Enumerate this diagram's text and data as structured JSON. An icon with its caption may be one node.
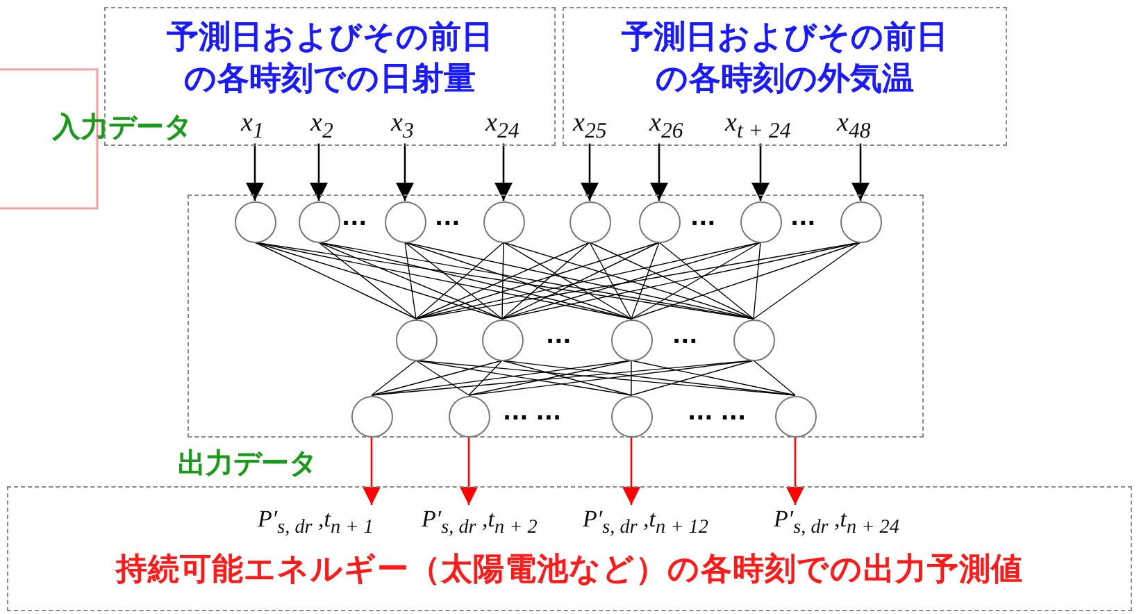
{
  "diagram": {
    "nodes": [
      {
        "text": [
          "予測日およびその前日の各時刻での日射量"
        ]
      },
      {
        "text": [
          "予測日およびその前日の各時刻の外気温"
        ]
      },
      {
        "text": [
          "x$_{1}$"
        ],
        "in": 0
      },
      {
        "text": [
          "x$_{2}$"
        ],
        "in": 0
      },
      {
        "text": [
          "x$_{3}$"
        ],
        "in": 0
      },
      {
        "text": [
          "x$_{24}$"
        ],
        "in": 0
      },
      {
        "text": [
          "x$_{25}$"
        ],
        "in": 1
      },
      {
        "text": [
          "x$_{26}$"
        ],
        "in": 1
      },
      {
        "text": [
          "x$_{t + 24}$"
        ],
        "in": 1
      },
      {
        "text": [
          "x$_{48}$"
        ],
        "in": 1
      },
      {
        "text": [],
        "shape": "box"
      },
      {
        "text": [],
        "shape": "circle",
        "in": 10
      },
      {
        "text": [],
        "shape": "circle",
        "in": 10
      },
      {
        "text": [],
        "shape": "circle",
        "in": 10
      },
      {
        "text": [],
        "shape": "circle",
        "in": 10
      },
      {
        "text": [],
        "shape": "circle",
        "in": 10
      },
      {
        "text": [],
        "shape": "circle",
        "in": 10
      },
      {
        "text": [],
        "shape": "circle",
        "in": 10
      },
      {
        "text": [],
        "shape": "circle",
        "in": 10
      },
      {
        "text": [],
        "shape": "circle",
        "in": 10
      },
      {
        "text": [],
        "shape": "circle",
        "in": 10
      },
      {
        "text": [],
        "shape": "circle",
        "in": 10
      },
      {
        "text": [],
        "shape": "circle",
        "in": 10
      },
      {
        "text": [],
        "shape": "circle",
        "in": 10
      },
      {
        "text": [],
        "shape": "circle",
        "in": 10
      },
      {
        "text": [],
        "shape": "circle",
        "in": 10
      },
      {
        "text": [],
        "shape": "circle",
        "in": 10
      },
      {
        "text": [
          "持続可能エネルギー（太陽電池など）の各時刻での出力予測値"
        ]
      },
      {
        "text": [
          "P′$_{s, dr}$ ,t$_{n + 1}$"
        ],
        "in": 27
      },
      {
        "text": [
          "P′$_{s, dr}$ ,t$_{n + 2}$"
        ],
        "in": 27
      },
      {
        "text": [
          "P′$_{s, dr}$ ,t$_{n + 12}$"
        ],
        "in": 27
      },
      {
        "text": [
          "P′$_{s, dr}$ ,t$_{n + 24}$"
        ],
        "in": 27
      }
    ],
    "edges": [
      {
        "from": 2,
        "to": 11,
        "arrow": "to"
      },
      {
        "from": 3,
        "to": 12,
        "arrow": "to"
      },
      {
        "from": 4,
        "to": 13,
        "arrow": "to"
      },
      {
        "from": 5,
        "to": 14,
        "arrow": "to"
      },
      {
        "from": 6,
        "to": 15,
        "arrow": "to"
      },
      {
        "from": 7,
        "to": 16,
        "arrow": "to"
      },
      {
        "from": 8,
        "to": 17,
        "arrow": "to"
      },
      {
        "from": 9,
        "to": 18,
        "arrow": "to"
      },
      {
        "from": 11,
        "to": 19,
        "arrow": "none"
      },
      {
        "from": 11,
        "to": 20,
        "arrow": "none"
      },
      {
        "from": 11,
        "to": 21,
        "arrow": "none"
      },
      {
        "from": 11,
        "to": 22,
        "arrow": "none"
      },
      {
        "from": 12,
        "to": 19,
        "arrow": "none"
      },
      {
        "from": 12,
        "to": 20,
        "arrow": "none"
      },
      {
        "from": 12,
        "to": 21,
        "arrow": "none"
      },
      {
        "from": 12,
        "to": 22,
        "arrow": "none"
      },
      {
        "from": 13,
        "to": 19,
        "arrow": "none"
      },
      {
        "from": 13,
        "to": 20,
        "arrow": "none"
      },
      {
        "from": 13,
        "to": 21,
        "arrow": "none"
      },
      {
        "from": 13,
        "to": 22,
        "arrow": "none"
      },
      {
        "from": 14,
        "to": 19,
        "arrow": "none"
      },
      {
        "from": 14,
        "to": 20,
        "arrow": "none"
      },
      {
        "from": 14,
        "to": 21,
        "arrow": "none"
      },
      {
        "from": 14,
        "to": 22,
        "arrow": "none"
      },
      {
        "from": 15,
        "to": 19,
        "arrow": "none"
      },
      {
        "from": 15,
        "to": 20,
        "arrow": "none"
      },
      {
        "from": 15,
        "to": 21,
        "arrow": "none"
      },
      {
        "from": 15,
        "to": 22,
        "arrow": "none"
      },
      {
        "from": 16,
        "to": 19,
        "arrow": "none"
      },
      {
        "from": 16,
        "to": 20,
        "arrow": "none"
      },
      {
        "from": 16,
        "to": 21,
        "arrow": "none"
      },
      {
        "from": 16,
        "to": 22,
        "arrow": "none"
      },
      {
        "from": 17,
        "to": 19,
        "arrow": "none"
      },
      {
        "from": 17,
        "to": 20,
        "arrow": "none"
      },
      {
        "from": 17,
        "to": 21,
        "arrow": "none"
      },
      {
        "from": 17,
        "to": 22,
        "arrow": "none"
      },
      {
        "from": 18,
        "to": 19,
        "arrow": "none"
      },
      {
        "from": 18,
        "to": 20,
        "arrow": "none"
      },
      {
        "from": 18,
        "to": 21,
        "arrow": "none"
      },
      {
        "from": 18,
        "to": 22,
        "arrow": "none"
      },
      {
        "from": 19,
        "to": 23,
        "arrow": "none"
      },
      {
        "from": 19,
        "to": 24,
        "arrow": "none"
      },
      {
        "from": 19,
        "to": 25,
        "arrow": "none"
      },
      {
        "from": 19,
        "to": 26,
        "arrow": "none"
      },
      {
        "from": 20,
        "to": 23,
        "arrow": "none"
      },
      {
        "from": 20,
        "to": 24,
        "arrow": "none"
      },
      {
        "from": 20,
        "to": 25,
        "arrow": "none"
      },
      {
        "from": 20,
        "to": 26,
        "arrow": "none"
      },
      {
        "from": 21,
        "to": 23,
        "arrow": "none"
      },
      {
        "from": 21,
        "to": 24,
        "arrow": "none"
      },
      {
        "from": 21,
        "to": 25,
        "arrow": "none"
      },
      {
        "from": 21,
        "to": 26,
        "arrow": "none"
      },
      {
        "from": 22,
        "to": 23,
        "arrow": "none"
      },
      {
        "from": 22,
        "to": 24,
        "arrow": "none"
      },
      {
        "from": 22,
        "to": 25,
        "arrow": "none"
      },
      {
        "from": 22,
        "to": 26,
        "arrow": "none"
      },
      {
        "from": 23,
        "to": 28,
        "arrow": "to",
        "color": "#ff0000"
      },
      {
        "from": 24,
        "to": 29,
        "arrow": "to",
        "color": "#ff0000"
      },
      {
        "from": 25,
        "to": 30,
        "arrow": "to",
        "color": "#ff0000"
      },
      {
        "from": 26,
        "to": 31,
        "arrow": "to",
        "color": "#ff0000"
      }
    ],
    "labels": [
      "入力データ",
      "···",
      "···",
      "···",
      "···",
      "···",
      "···",
      "··· ···",
      "··· ···",
      "出力データ"
    ]
  }
}
